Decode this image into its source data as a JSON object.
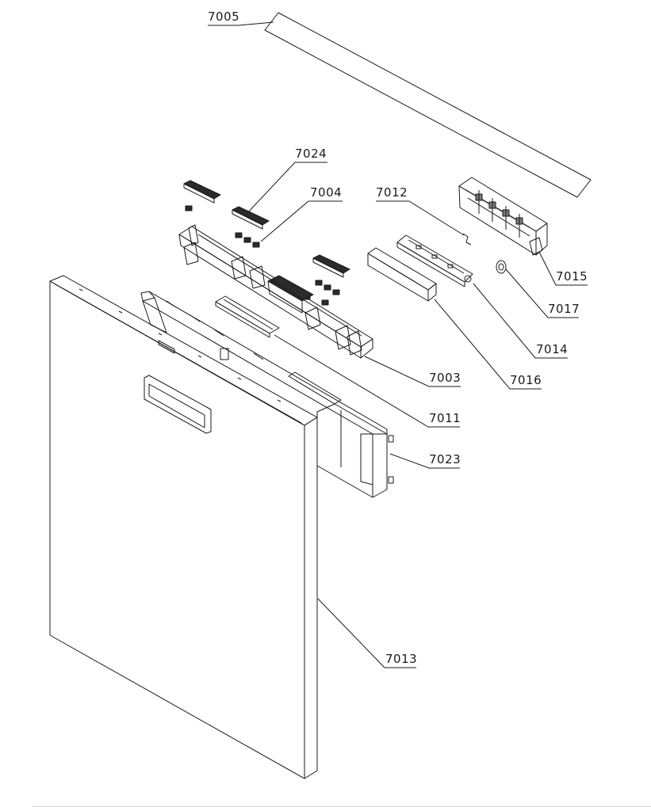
{
  "callouts": [
    {
      "id": "7005",
      "label": "7005"
    },
    {
      "id": "7024",
      "label": "7024"
    },
    {
      "id": "7004",
      "label": "7004"
    },
    {
      "id": "7012",
      "label": "7012"
    },
    {
      "id": "7015",
      "label": "7015"
    },
    {
      "id": "7017",
      "label": "7017"
    },
    {
      "id": "7014",
      "label": "7014"
    },
    {
      "id": "7003",
      "label": "7003"
    },
    {
      "id": "7016",
      "label": "7016"
    },
    {
      "id": "7011",
      "label": "7011"
    },
    {
      "id": "7023",
      "label": "7023"
    },
    {
      "id": "7013",
      "label": "7013"
    }
  ],
  "colors": {
    "line": "#1a1a1a",
    "background": "#ffffff"
  }
}
